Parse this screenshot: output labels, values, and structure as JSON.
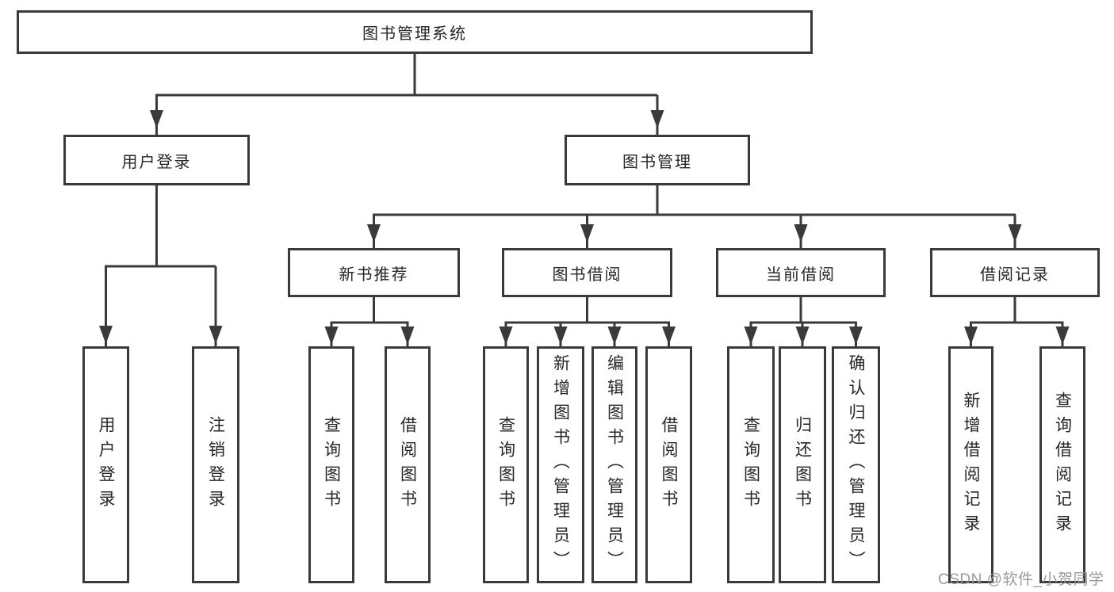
{
  "diagram_type": "functional-structure-tree",
  "colors": {
    "line": "#3a3a3a",
    "box_border": "#3a3a3a",
    "text": "#262626",
    "watermark": "#94949d",
    "background": "#ffffff"
  },
  "watermark": {
    "text": "CSDN @软件_小贺同学"
  },
  "tree": {
    "label": "图书管理系统",
    "children": [
      {
        "label": "用户登录",
        "children": [
          {
            "label": "用户登录"
          },
          {
            "label": "注销登录"
          }
        ]
      },
      {
        "label": "图书管理",
        "children": [
          {
            "label": "新书推荐",
            "children": [
              {
                "label": "查询图书"
              },
              {
                "label": "借阅图书"
              }
            ]
          },
          {
            "label": "图书借阅",
            "children": [
              {
                "label": "查询图书"
              },
              {
                "label": "新增图书（管理员）"
              },
              {
                "label": "编辑图书（管理员）"
              },
              {
                "label": "借阅图书"
              }
            ]
          },
          {
            "label": "当前借阅",
            "children": [
              {
                "label": "查询图书"
              },
              {
                "label": "归还图书"
              },
              {
                "label": "确认归还（管理员）"
              }
            ]
          },
          {
            "label": "借阅记录",
            "children": [
              {
                "label": "新增借阅记录"
              },
              {
                "label": "查询借阅记录"
              }
            ]
          }
        ]
      }
    ]
  }
}
